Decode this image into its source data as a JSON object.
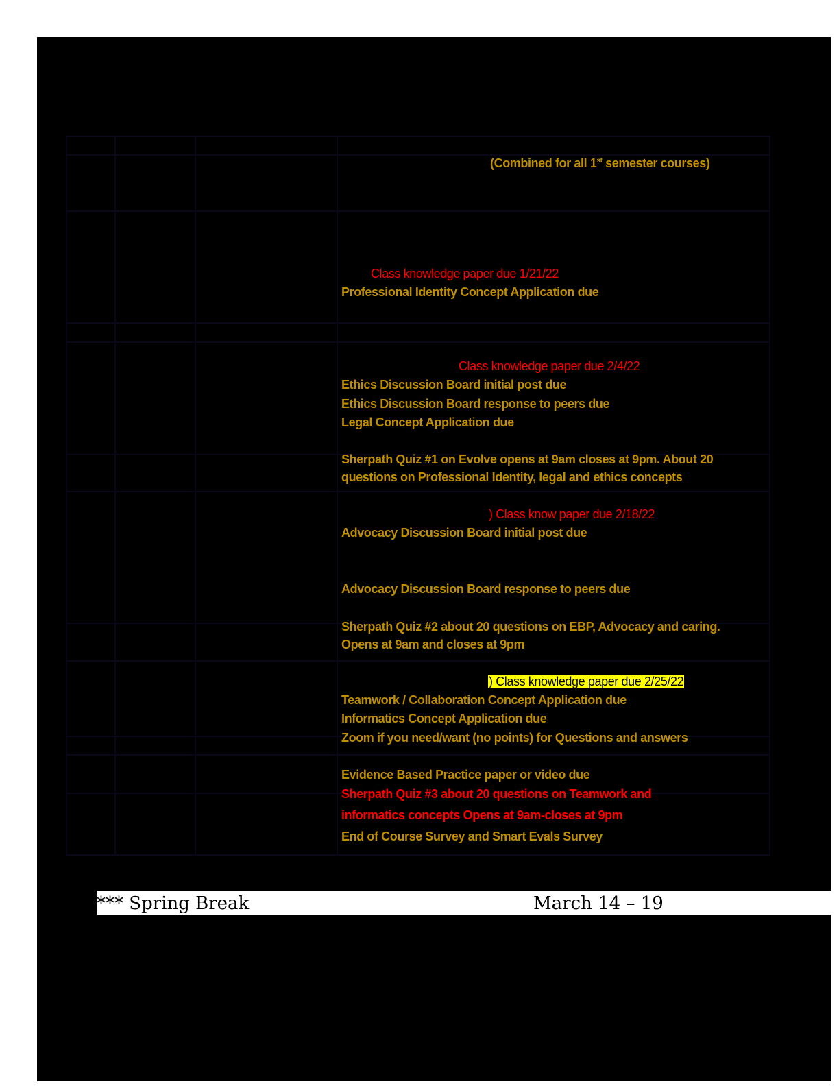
{
  "document": {
    "type": "course schedule",
    "colors": {
      "page_fill": "#000000",
      "gold_text": "#bf8f00",
      "red_text": "#ff0000",
      "highlight": "#ffff00",
      "gridline": "#0a0818"
    },
    "header_note": {
      "prefix": "(Combined for all 1",
      "superscript": "st",
      "suffix": " semester courses)"
    },
    "entries": [
      {
        "text": "Class knowledge paper due 1/21/22",
        "style": "red"
      },
      {
        "text": "Professional Identity Concept Application due",
        "style": "gold"
      },
      {
        "text": "Class knowledge paper due 2/4/22",
        "style": "red"
      },
      {
        "text": "Ethics Discussion Board initial post due",
        "style": "gold"
      },
      {
        "text": "Ethics Discussion Board response to peers due",
        "style": "gold"
      },
      {
        "text": "Legal Concept Application due",
        "style": "gold"
      },
      {
        "text": "Sherpath Quiz #1 on Evolve opens at 9am closes at 9pm. About 20",
        "style": "gold"
      },
      {
        "text": "questions on Professional Identity, legal and ethics concepts",
        "style": "gold"
      },
      {
        "text": ") Class know paper due 2/18/22",
        "style": "red"
      },
      {
        "text": "Advocacy Discussion Board initial post due",
        "style": "gold"
      },
      {
        "text": "Advocacy Discussion Board response to peers due",
        "style": "gold"
      },
      {
        "text": "Sherpath Quiz #2 about 20 questions on EBP, Advocacy and caring.",
        "style": "gold"
      },
      {
        "text": "Opens at 9am and closes at 9pm",
        "style": "gold"
      },
      {
        "text": ") Class knowledge paper due 2/25/22",
        "style": "highlight"
      },
      {
        "text": "Teamwork / Collaboration Concept Application due",
        "style": "gold"
      },
      {
        "text": "Informatics Concept Application due",
        "style": "gold"
      },
      {
        "text": "Zoom if you need/want (no points) for Questions and answers",
        "style": "gold"
      },
      {
        "text": "Evidence Based Practice paper or video due",
        "style": "gold"
      },
      {
        "text": "Sherpath Quiz #3 about 20 questions on Teamwork and",
        "style": "red-bold"
      },
      {
        "text": "informatics concepts Opens at 9am-closes at 9pm",
        "style": "red-bold"
      },
      {
        "text": "End of Course Survey and Smart Evals Survey",
        "style": "gold"
      }
    ],
    "spring_break": {
      "label": "*** Spring Break",
      "dates": "March 14 – 19"
    }
  }
}
